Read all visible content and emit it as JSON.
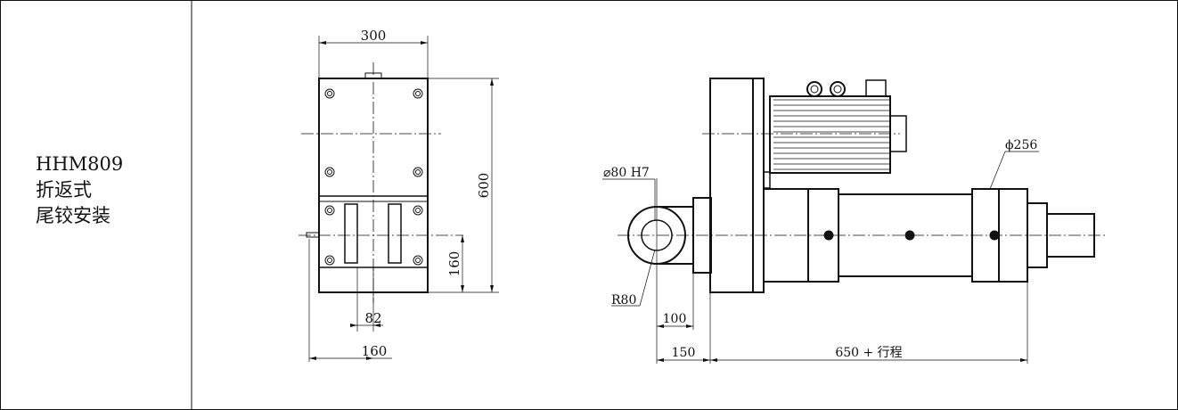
{
  "title_block": {
    "model": "HHM809",
    "line2": "折返式",
    "line3": "尾铰安装"
  },
  "dimensions": {
    "width_top": "300",
    "height_total": "600",
    "height_lower": "160",
    "slot_spacing": "82",
    "base_offset": "160",
    "clevis_bore": "⌀80 H7",
    "clevis_radius": "R80",
    "clevis_offset": "100",
    "clevis_length": "150",
    "body_length": "650 + 行程",
    "tube_diameter": "ϕ256"
  },
  "colors": {
    "line": "#111111",
    "background": "#ffffff"
  }
}
